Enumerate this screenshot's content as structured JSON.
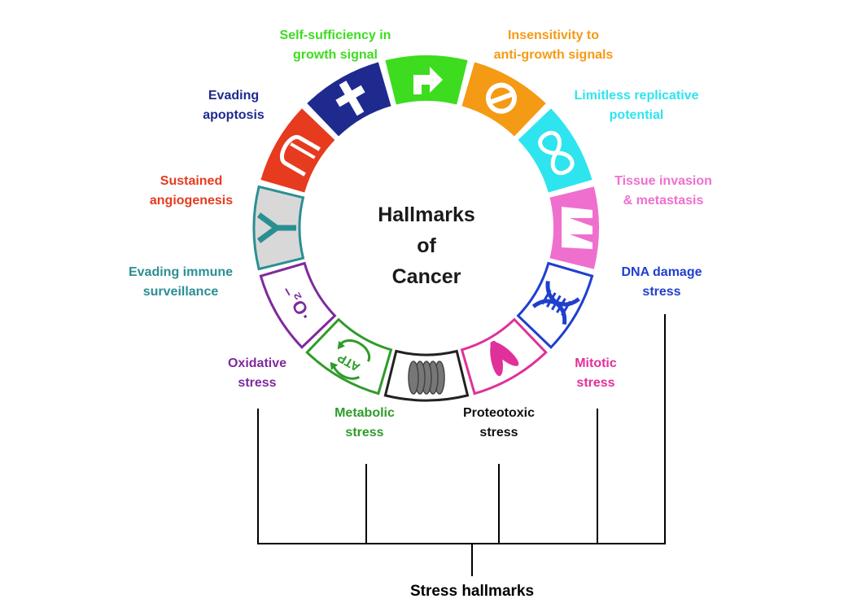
{
  "center": {
    "line1": "Hallmarks",
    "line2": "of",
    "line3": "Cancer"
  },
  "hallmarks": [
    {
      "id": "self-sufficiency",
      "line1": "Self-sufficiency in",
      "line2": "growth signal",
      "color": "#3ddc1f",
      "icon": "arrow-icon"
    },
    {
      "id": "insensitivity",
      "line1": "Insensitivity to",
      "line2": "anti-growth signals",
      "color": "#f59a14",
      "icon": "null-sign-icon"
    },
    {
      "id": "limitless",
      "line1": "Limitless replicative",
      "line2": "potential",
      "color": "#2ee4ef",
      "icon": "infinity-icon"
    },
    {
      "id": "invasion",
      "line1": "Tissue invasion",
      "line2": "& metastasis",
      "color": "#ef6fcf",
      "icon": "invasion-icon"
    },
    {
      "id": "dna-damage",
      "line1": "DNA damage",
      "line2": "stress",
      "color": "#1f3fcf",
      "icon": "dna-icon"
    },
    {
      "id": "mitotic",
      "line1": "Mitotic",
      "line2": "stress",
      "color": "#e0319a",
      "icon": "chromosome-icon"
    },
    {
      "id": "proteotoxic",
      "line1": "Proteotoxic",
      "line2": "stress",
      "color": "#222222",
      "icon": "protein-aggregate-icon"
    },
    {
      "id": "metabolic",
      "line1": "Metabolic",
      "line2": "stress",
      "color": "#2e9c2a",
      "icon": "atp-cycle-icon",
      "icon_text": "ATP"
    },
    {
      "id": "oxidative",
      "line1": "Oxidative",
      "line2": "stress",
      "color": "#7f2a9c",
      "icon": "superoxide-icon",
      "icon_text": "·O₂⁻"
    },
    {
      "id": "immune",
      "line1": "Evading immune",
      "line2": "surveillance",
      "color": "#2a8f93",
      "icon": "antibody-icon"
    },
    {
      "id": "angiogenesis",
      "line1": "Sustained",
      "line2": "angiogenesis",
      "color": "#e63b1f",
      "icon": "vessel-icon"
    },
    {
      "id": "apoptosis",
      "line1": "Evading",
      "line2": "apoptosis",
      "color": "#1f2a8f",
      "icon": "cross-icon"
    }
  ],
  "stress_group": {
    "label": "Stress hallmarks"
  }
}
